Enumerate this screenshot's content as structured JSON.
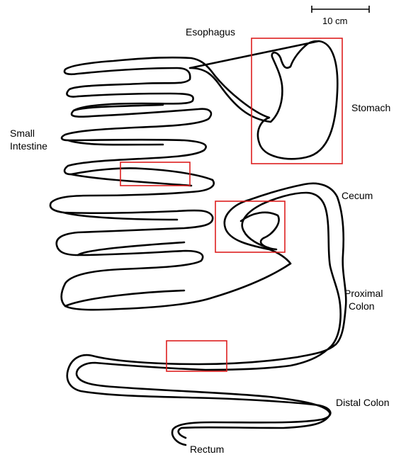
{
  "scale_bar": {
    "label": "10 cm"
  },
  "labels": {
    "esophagus": "Esophagus",
    "stomach": "Stomach",
    "small_intestine_line1": "Small",
    "small_intestine_line2": "Intestine",
    "cecum": "Cecum",
    "proximal_colon_line1": "Proximal",
    "proximal_colon_line2": "Colon",
    "distal_colon": "Distal Colon",
    "rectum": "Rectum"
  },
  "colors": {
    "outline": "#000000",
    "highlight_box": "#dd1f1f",
    "background": "#ffffff"
  },
  "highlight_regions": [
    "stomach",
    "small-intestine-segment",
    "cecum",
    "distal-colon-segment"
  ]
}
